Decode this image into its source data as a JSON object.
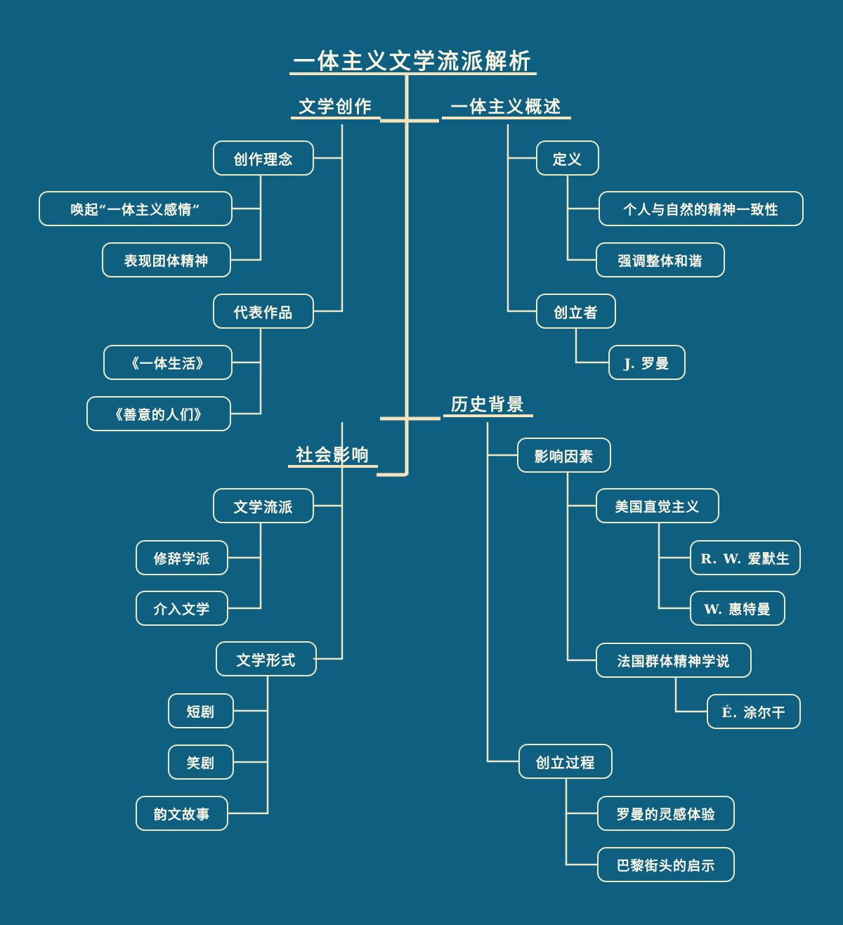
{
  "diagram": {
    "type": "mindmap",
    "background_color": "#0F5F80",
    "line_color": "#F5E3BE",
    "node_border_color": "#E9E9C3",
    "text_color": "#FAF6E6",
    "root": {
      "label": "一体主义文学流派解析"
    },
    "branches": [
      {
        "label": "文学创作",
        "children": [
          {
            "label": "创作理念",
            "children": [
              {
                "label": "唤起“一体主义感情”"
              },
              {
                "label": "表现团体精神"
              }
            ]
          },
          {
            "label": "代表作品",
            "children": [
              {
                "label": "《一体生活》"
              },
              {
                "label": "《善意的人们》"
              }
            ]
          }
        ]
      },
      {
        "label": "一体主义概述",
        "children": [
          {
            "label": "定义",
            "children": [
              {
                "label": "个人与自然的精神一致性"
              },
              {
                "label": "强调整体和谐"
              }
            ]
          },
          {
            "label": "创立者",
            "children": [
              {
                "label": "J. 罗曼"
              }
            ]
          }
        ]
      },
      {
        "label": "历史背景",
        "children": [
          {
            "label": "影响因素",
            "children": [
              {
                "label": "美国直觉主义",
                "children": [
                  {
                    "label": "R. W. 爱默生"
                  },
                  {
                    "label": "W. 惠特曼"
                  }
                ]
              },
              {
                "label": "法国群体精神学说",
                "children": [
                  {
                    "label": "É. 涂尔干"
                  }
                ]
              }
            ]
          },
          {
            "label": "创立过程",
            "children": [
              {
                "label": "罗曼的灵感体验"
              },
              {
                "label": "巴黎街头的启示"
              }
            ]
          }
        ]
      },
      {
        "label": "社会影响",
        "children": [
          {
            "label": "文学流派",
            "children": [
              {
                "label": "修辞学派"
              },
              {
                "label": "介入文学"
              }
            ]
          },
          {
            "label": "文学形式",
            "children": [
              {
                "label": "短剧"
              },
              {
                "label": "笑剧"
              },
              {
                "label": "韵文故事"
              }
            ]
          }
        ]
      }
    ]
  },
  "nodes": {
    "root": "一体主义文学流派解析",
    "b_wenxue_chuangzuo": "文学创作",
    "b_yitizhuyi_gaishu": "一体主义概述",
    "b_lishi_beijing": "历史背景",
    "b_shehui_yingxiang": "社会影响",
    "chuangzuo_linian": "创作理念",
    "huanqi_ganqing": "唤起“一体主义感情”",
    "biaoxian_tuanti": "表现团体精神",
    "daibiao_zuopin": "代表作品",
    "yiti_shenghuo": "《一体生活》",
    "shanyi_renmen": "《善意的人们》",
    "dingyi": "定义",
    "geren_ziran": "个人与自然的精神一致性",
    "qiangdiao_hexie": "强调整体和谐",
    "chuanglizhe": "创立者",
    "j_luoman": "J. 罗曼",
    "yingxiang_yinsu": "影响因素",
    "meiguo_zhijue": "美国直觉主义",
    "rw_aimosheng": "R. W. 爱默生",
    "w_huitemanv": "W. 惠特曼",
    "faguo_qunti": "法国群体精神学说",
    "e_tuerkan": "É. 涂尔干",
    "chuangli_guocheng": "创立过程",
    "luoman_linggan": "罗曼的灵感体验",
    "bali_jietou": "巴黎街头的启示",
    "wenxue_liupai": "文学流派",
    "xiuci_xuepai": "修辞学派",
    "jieru_wenxue": "介入文学",
    "wenxue_xingshi": "文学形式",
    "duanju": "短剧",
    "xiaoju": "笑剧",
    "yunwen_gushi": "韵文故事"
  }
}
